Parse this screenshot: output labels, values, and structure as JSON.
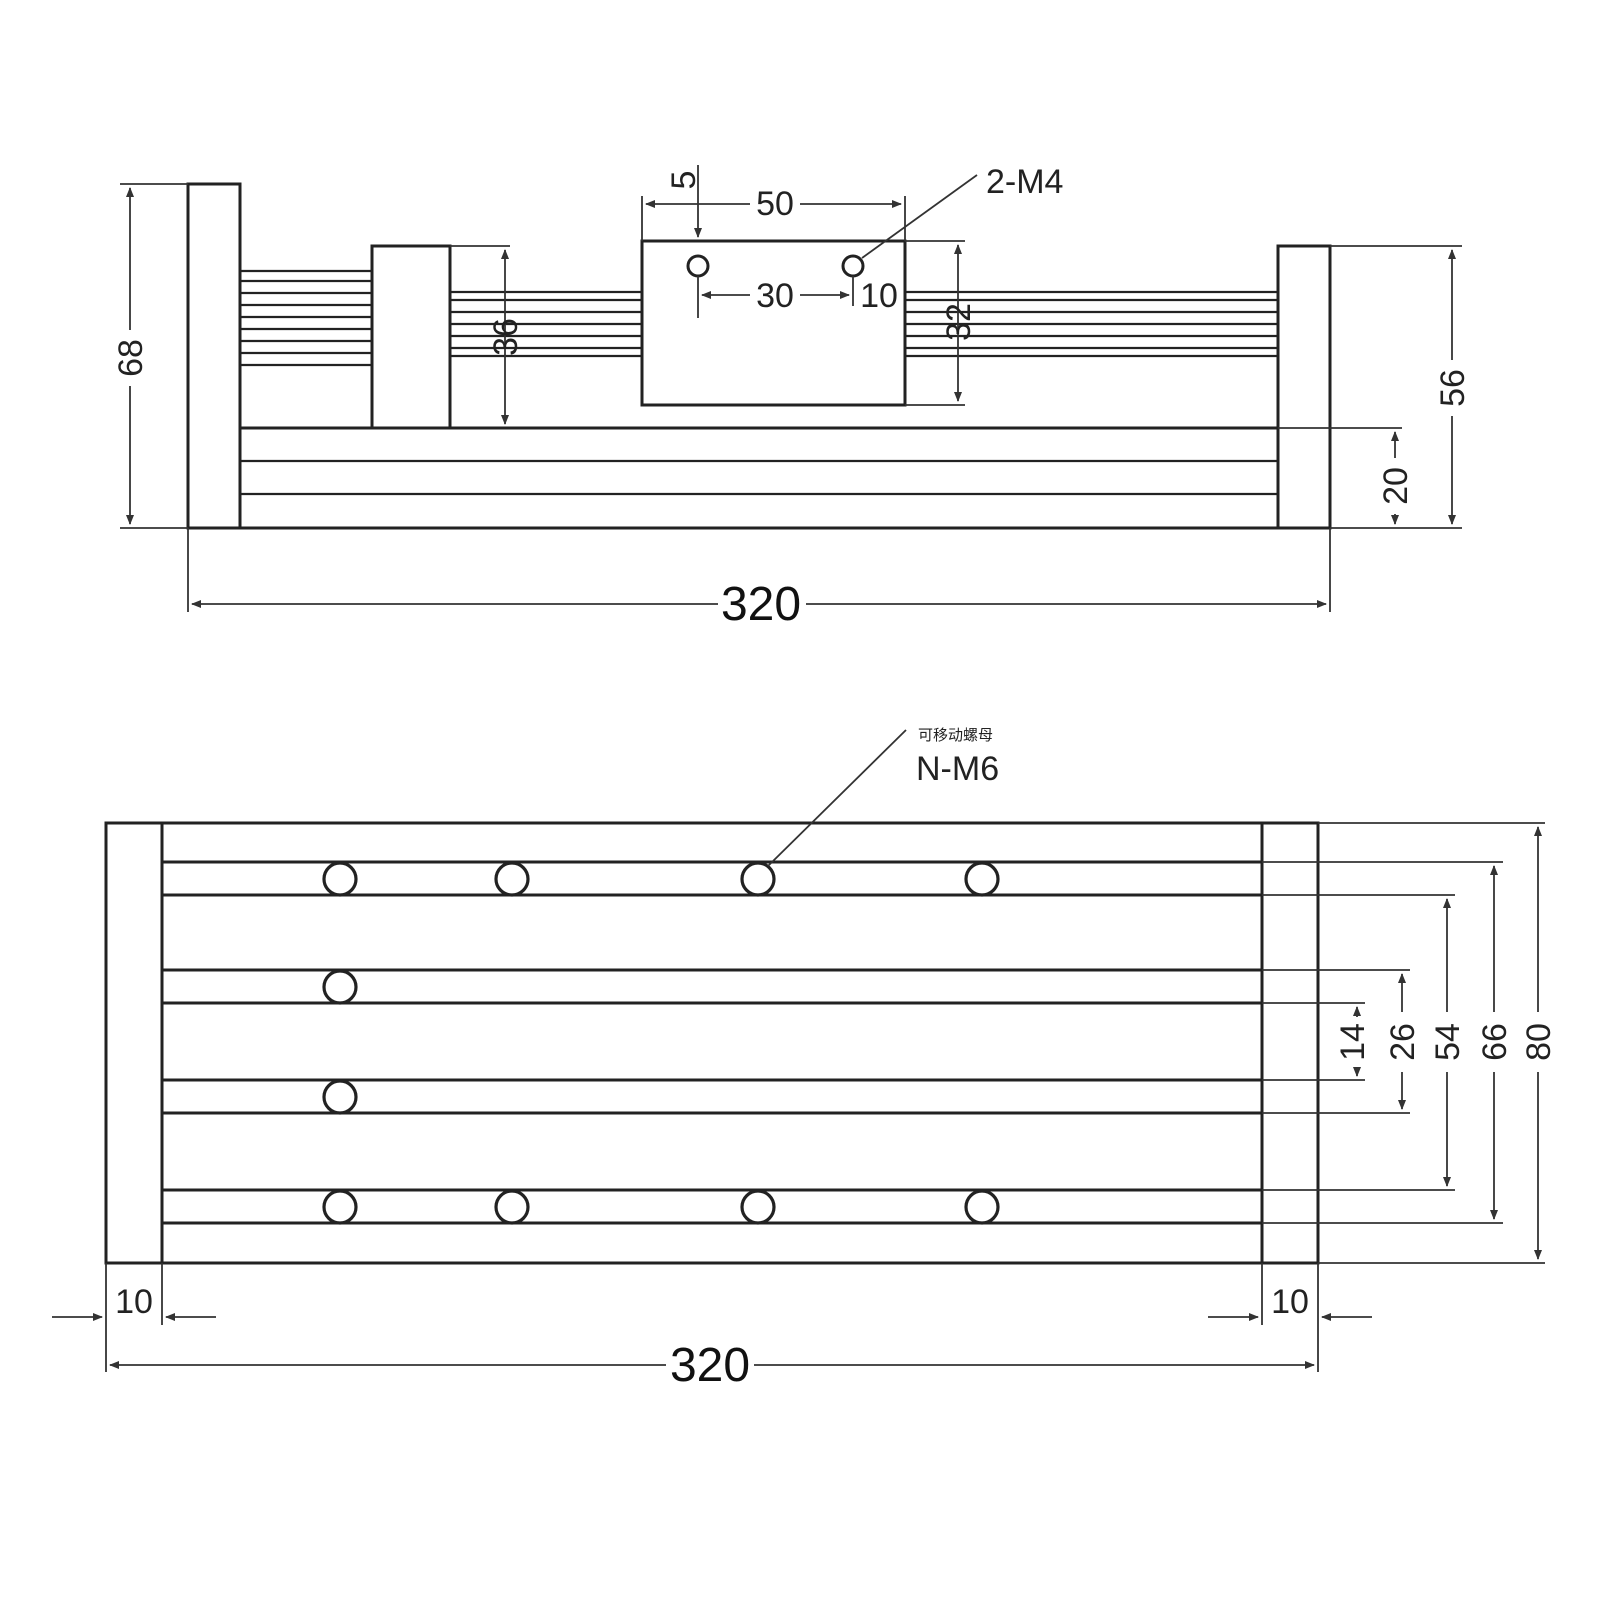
{
  "diagram": {
    "front_view": {
      "dims": {
        "overall_height": "68",
        "slider_height": "36",
        "block_height": "32",
        "end_height": "56",
        "base_height": "20",
        "overall_length": "320",
        "hole_offset_top": "5",
        "block_width": "50",
        "hole_spacing": "30",
        "hole_offset_side": "10"
      },
      "callout": "2-M4"
    },
    "top_view": {
      "dims": {
        "slot_14": "14",
        "slot_26": "26",
        "slot_54": "54",
        "slot_66": "66",
        "overall_width": "80",
        "end_left": "10",
        "end_right": "10",
        "overall_length": "320"
      },
      "callout_cn": "可移动螺母",
      "callout": "N-M6"
    }
  }
}
